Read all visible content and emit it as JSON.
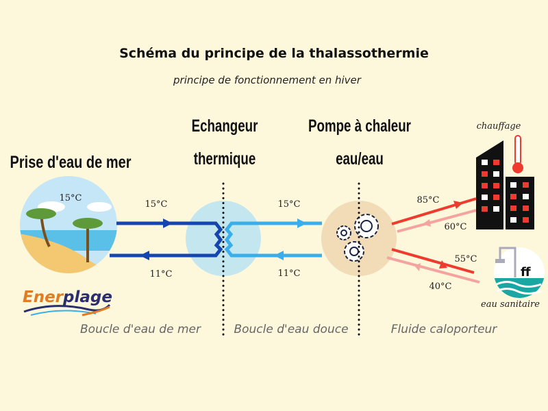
{
  "title": "Schéma du principe de la thalassothermie",
  "subtitle": "principe de fonctionnement en hiver",
  "sections": {
    "sea_intake": "Prise d'eau de mer",
    "exchanger_line1": "Echangeur",
    "exchanger_line2": "thermique",
    "pump_line1": "Pompe à chaleur",
    "pump_line2": "eau/eau"
  },
  "temperatures": {
    "sea": "15°C",
    "sea_out": "15°C",
    "sea_return": "11°C",
    "fresh_out": "15°C",
    "fresh_return": "11°C",
    "heating_out": "85°C",
    "heating_return": "60°C",
    "sanitary_out": "55°C",
    "sanitary_return": "40°C"
  },
  "consumers": {
    "heating": "chauffage",
    "sanitary": "eau sanitaire"
  },
  "loops": [
    "Boucle d'eau de mer",
    "Boucle d'eau douce",
    "Fluide caloporteur"
  ],
  "logo": "Enerplage",
  "colors": {
    "background": "#fdf7dc",
    "sea_loop": "#1546b0",
    "fresh_loop": "#3aaeea",
    "hot": "#ee3b2e",
    "warm": "#f4a3a0"
  }
}
